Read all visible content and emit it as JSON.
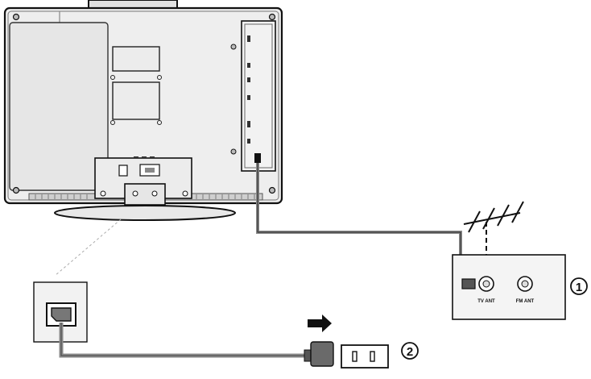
{
  "labels": {
    "tv_ant": "TV ANT",
    "fm_ant": "FM ANT",
    "step1": "1",
    "step2": "2"
  },
  "colors": {
    "line": "#111111",
    "cable": "#8a8a8a",
    "panel": "#f4f4f4",
    "tv_face": "#eeeeee",
    "plug": "#555555"
  }
}
